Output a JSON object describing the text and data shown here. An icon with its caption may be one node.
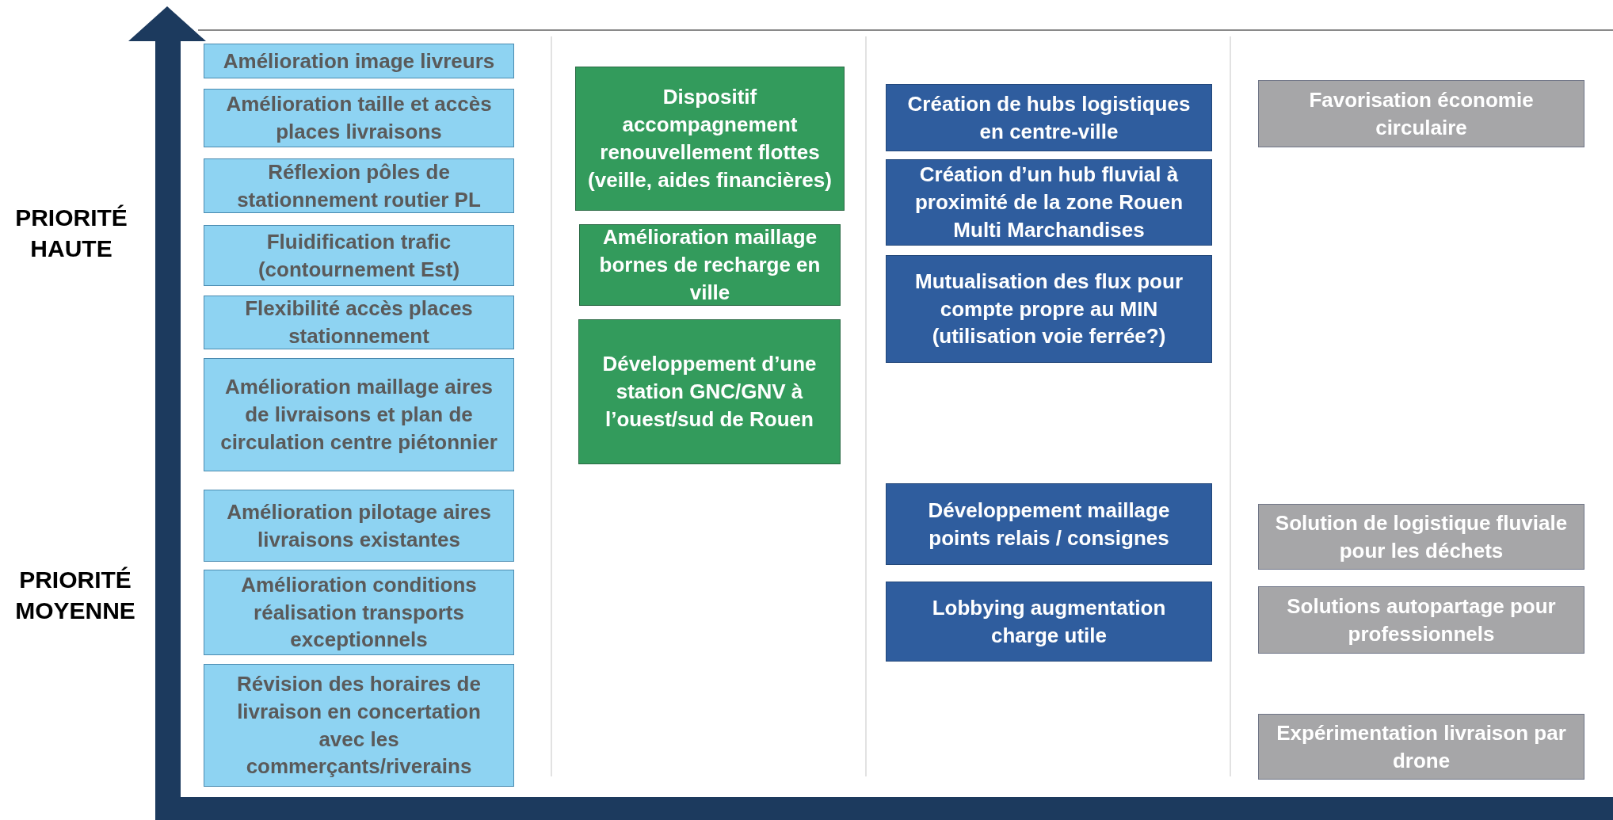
{
  "diagram": {
    "nodes": [
      {
        "text": [
          "Amélioration image livreurs"
        ]
      },
      {
        "text": [
          "Amélioration taille et accès places livraisons"
        ]
      },
      {
        "text": [
          "Réflexion pôles de stationnement routier PL"
        ]
      },
      {
        "text": [
          "Fluidification trafic (contournement Est)"
        ]
      },
      {
        "text": [
          "Flexibilité accès places stationnement"
        ]
      },
      {
        "text": [
          "Amélioration maillage aires de livraisons et plan de circulation centre piétonnier"
        ]
      },
      {
        "text": [
          "Amélioration pilotage aires livraisons existantes"
        ]
      },
      {
        "text": [
          "Amélioration conditions réalisation transports exceptionnels"
        ]
      },
      {
        "text": [
          "Révision des horaires de livraison en concertation avec les commerçants/riverains"
        ]
      },
      {
        "text": [
          "Dispositif accompagnement renouvellement flottes (veille, aides financières)"
        ]
      },
      {
        "text": [
          "Amélioration maillage bornes de recharge en ville"
        ]
      },
      {
        "text": [
          "Développement d’une station GNC/GNV à l’ouest/sud de Rouen"
        ]
      },
      {
        "text": [
          "Création de hubs logistiques en centre-ville"
        ]
      },
      {
        "text": [
          "Création d’un hub fluvial à proximité de la zone Rouen Multi Marchandises"
        ]
      },
      {
        "text": [
          "Mutualisation des flux pour compte propre au MIN (utilisation voie ferrée?)"
        ]
      },
      {
        "text": [
          "Développement maillage points relais / consignes"
        ]
      },
      {
        "text": [
          "Lobbying augmentation charge utile"
        ]
      },
      {
        "text": [
          "Favorisation économie circulaire"
        ]
      },
      {
        "text": [
          "Solution de logistique fluviale pour les déchets"
        ]
      },
      {
        "text": [
          "Solutions autopartage pour professionnels"
        ]
      },
      {
        "text": [
          "Expérimentation livraison par drone"
        ]
      }
    ],
    "labels": [
      "PRIORITÉ HAUTE",
      "PRIORITÉ MOYENNE"
    ]
  }
}
